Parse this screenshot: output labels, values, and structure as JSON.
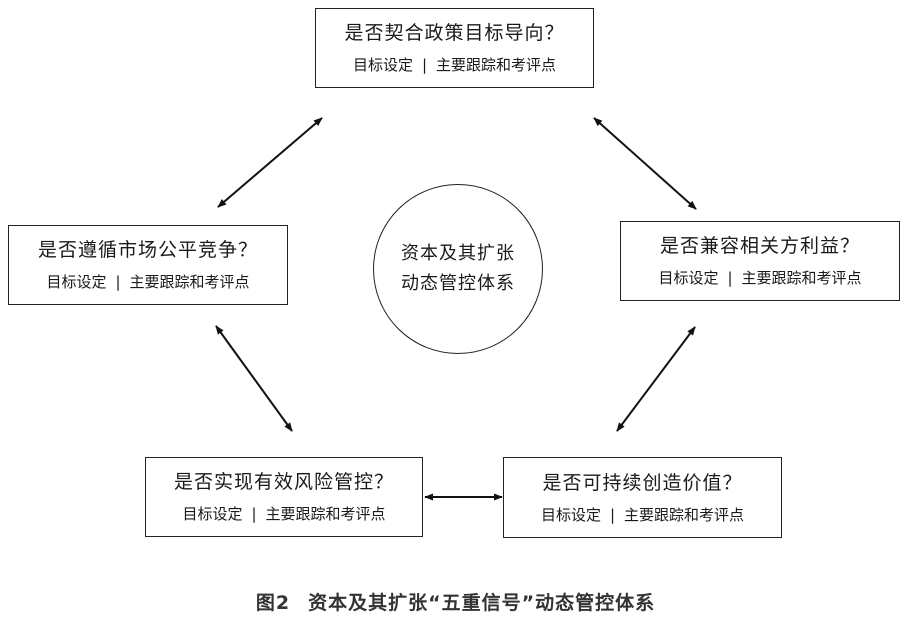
{
  "center": {
    "line1": "资本及其扩张",
    "line2": "动态管控体系"
  },
  "boxes": [
    {
      "question": "是否契合政策目标导向？",
      "goal": "目标设定",
      "separator": "|",
      "track": "主要跟踪和考评点"
    },
    {
      "question": "是否遵循市场公平竞争？",
      "goal": "目标设定",
      "separator": "|",
      "track": "主要跟踪和考评点"
    },
    {
      "question": "是否兼容相关方利益？",
      "goal": "目标设定",
      "separator": "|",
      "track": "主要跟踪和考评点"
    },
    {
      "question": "是否实现有效风险管控？",
      "goal": "目标设定",
      "separator": "|",
      "track": "主要跟踪和考评点"
    },
    {
      "question": "是否可持续创造价值？",
      "goal": "目标设定",
      "separator": "|",
      "track": "主要跟踪和考评点"
    }
  ],
  "caption": {
    "number": "图2",
    "title": "资本及其扩张“五重信号”动态管控体系"
  }
}
